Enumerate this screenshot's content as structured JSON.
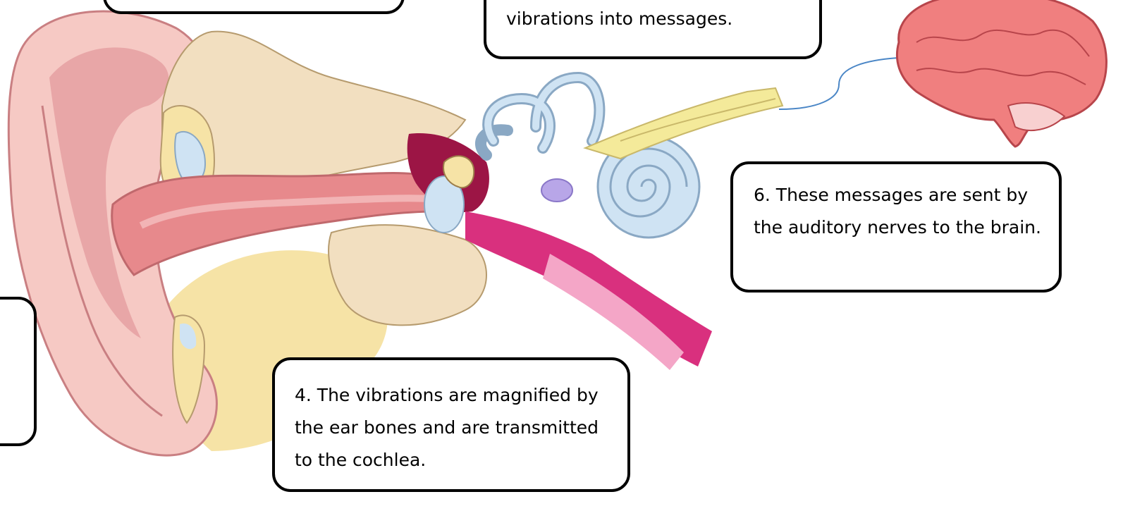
{
  "callouts": [
    {
      "id": "1",
      "text": ""
    },
    {
      "id": "2",
      "text": "vibrations into messages."
    },
    {
      "id": "3",
      "text": "6. These messages are sent by the auditory nerves to the brain."
    },
    {
      "id": "4",
      "text": "4. The vibrations are magnified by the ear bones and are transmitted to the cochlea."
    },
    {
      "id": "5",
      "text": ""
    }
  ],
  "icons": {
    "ear": "ear-cross-section-illustration",
    "brain": "brain-illustration"
  },
  "colors": {
    "skin": "#f6c9c4",
    "skin_dark": "#e59ea0",
    "canal": "#e7898c",
    "bone": "#f6e3a6",
    "bone_beige": "#f2dfc0",
    "magenta": "#d9307e",
    "maroon": "#9c1545",
    "inner_ear": "#cfe3f3",
    "nerve": "#f4ea9a",
    "brain": "#f07f7f",
    "connector": "#4a86c6"
  }
}
